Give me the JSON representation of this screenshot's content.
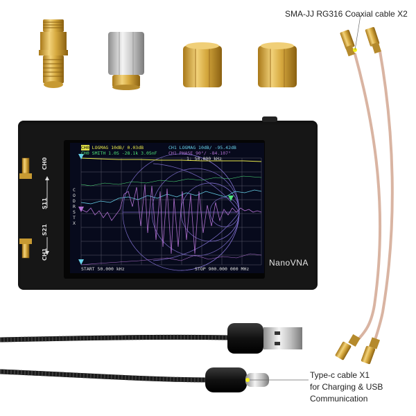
{
  "callouts": {
    "coax_cable": "SMA-JJ RG316 Coaxial cable X2",
    "typec_line1": "Type-c cable X1",
    "typec_line2": "for Charging & USB",
    "typec_line3": "Communication"
  },
  "device": {
    "brand": "NanoVNA",
    "port_ch0": "CH0",
    "port_ch1": "CH1",
    "port_s11": "S11",
    "port_s21": "S21",
    "screen": {
      "trace1_ch": "CH0",
      "trace1_text": "LOGMAG 10dB/ 0.03dB",
      "trace2_ch": "CH0",
      "trace2_text": "SMITH 1.0S  -28.1k 3.05nF",
      "trace3_text": "CH1 LOGMAG 10dB/ -95.42dB",
      "trace4_text": "CH1 PHASE 90°/   -84.107°",
      "marker_text": "1: 50.000 kHz",
      "menu_letters": [
        "C",
        "O",
        "D",
        "R",
        "S",
        "T",
        "X"
      ],
      "start_label": "START 50.000 kHz",
      "stop_label": "STOP 900.000 000 MHz"
    }
  },
  "colors": {
    "trace_yellow": "#e8e84a",
    "trace_green": "#4fe07a",
    "trace_cyan": "#67d0e8",
    "trace_purple": "#b070d0",
    "smith_grid": "#7c6cc8",
    "grid": "#5a5a6a",
    "cable_pink": "#d9b4a2",
    "gold": "#d6a93f"
  }
}
